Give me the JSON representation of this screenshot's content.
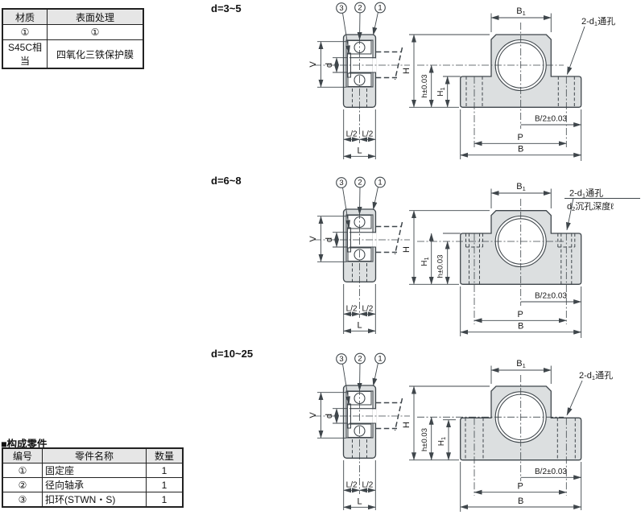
{
  "material_table": {
    "headers": [
      "材质",
      "表面处理"
    ],
    "rows": [
      [
        "①",
        "①"
      ],
      [
        "S45C相当",
        "四氧化三铁保护膜"
      ]
    ]
  },
  "parts_table": {
    "title": "■构成零件",
    "headers": [
      "编号",
      "零件名称",
      "数量"
    ],
    "rows": [
      [
        "①",
        "固定座",
        "1"
      ],
      [
        "②",
        "径向轴承",
        "1"
      ],
      [
        "③",
        "扣环(STWN・S)",
        "1"
      ]
    ]
  },
  "sections": [
    {
      "title": "d=3~5"
    },
    {
      "title": "d=6~8"
    },
    {
      "title": "d=10~25"
    }
  ],
  "labels": {
    "v": "V",
    "d": "d",
    "l_half": "L/2",
    "l": "L",
    "b1_base": "B",
    "b1_sub": "1",
    "h": "H",
    "h_tol": "h±0.03",
    "h1_base": "H",
    "h1_sub": "1",
    "b_half": "B/2±0.03",
    "p": "P",
    "b": "B",
    "note1_main": "2-d",
    "note1_sub": "1",
    "note1_tail": "通孔",
    "note2_main": "d",
    "note2_sub": "2",
    "note2_tail": "沉孔深度ℓ",
    "balloon1": "1",
    "balloon2": "2",
    "balloon3": "3"
  },
  "colors": {
    "part_fill": "#dcdfe0",
    "line": "#3f464b",
    "text": "#1a1a1a",
    "table_header_bg": "#e6e6e6",
    "table_border": "#222222"
  }
}
